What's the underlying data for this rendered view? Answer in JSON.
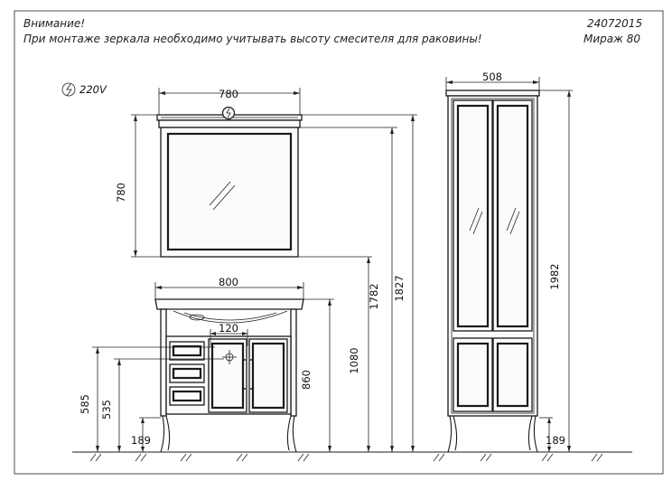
{
  "header": {
    "warning_title": "Внимание!",
    "warning_text": "При монтаже зеркала необходимо учитывать высоту смесителя для раковины!",
    "code": "24072015",
    "model": "Мираж 80"
  },
  "power": {
    "label": "220V",
    "icon": "electric-hazard-icon"
  },
  "dimensions": {
    "mirror_width": "780",
    "mirror_height": "780",
    "vanity_width": "800",
    "mixer_offset": "120",
    "vanity_height": "860",
    "mirror_bottom_height": "1080",
    "mirror_top_height": "1782",
    "light_top_height": "1827",
    "cabinet_width": "508",
    "cabinet_height": "1982",
    "drain_height_585": "585",
    "drain_height_535": "535",
    "leg_height_left": "189",
    "leg_height_right": "189"
  }
}
